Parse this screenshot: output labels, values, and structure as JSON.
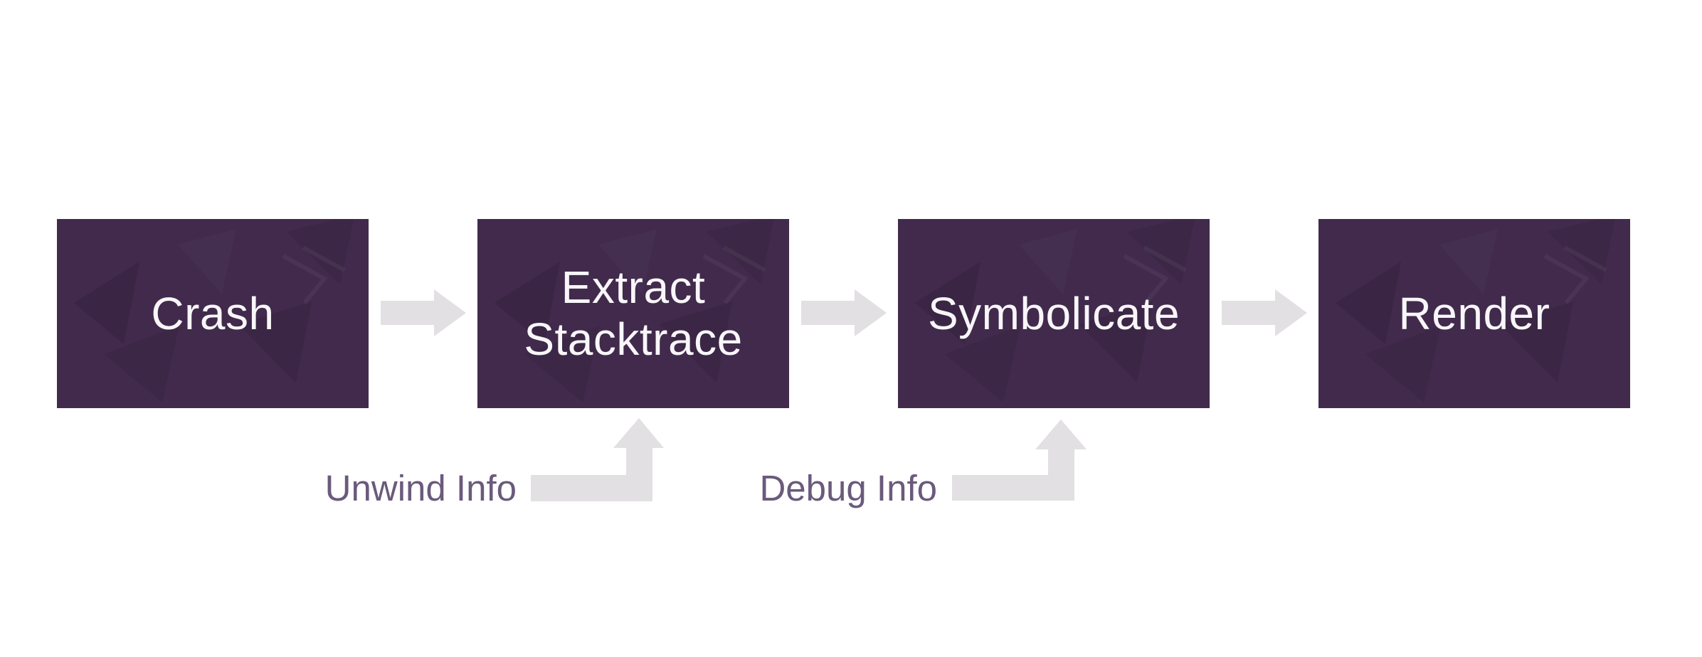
{
  "diagram": {
    "type": "flowchart",
    "direction": "left-to-right",
    "colors": {
      "background": "#ffffff",
      "node_fill": "#412a4c",
      "node_text": "#f8f6f9",
      "arrow": "#e2e0e2",
      "edge_label_text": "#6a5a7b"
    },
    "nodes": [
      {
        "id": "crash",
        "label": "Crash"
      },
      {
        "id": "extract-stacktrace",
        "label": "Extract Stacktrace"
      },
      {
        "id": "symbolicate",
        "label": "Symbolicate"
      },
      {
        "id": "render",
        "label": "Render"
      }
    ],
    "flow_arrows": [
      {
        "from": "crash",
        "to": "extract-stacktrace"
      },
      {
        "from": "extract-stacktrace",
        "to": "symbolicate"
      },
      {
        "from": "symbolicate",
        "to": "render"
      }
    ],
    "input_labels": [
      {
        "id": "unwind-info",
        "label": "Unwind Info",
        "feeds_into": "extract-stacktrace"
      },
      {
        "id": "debug-info",
        "label": "Debug Info",
        "feeds_into": "symbolicate"
      }
    ]
  }
}
